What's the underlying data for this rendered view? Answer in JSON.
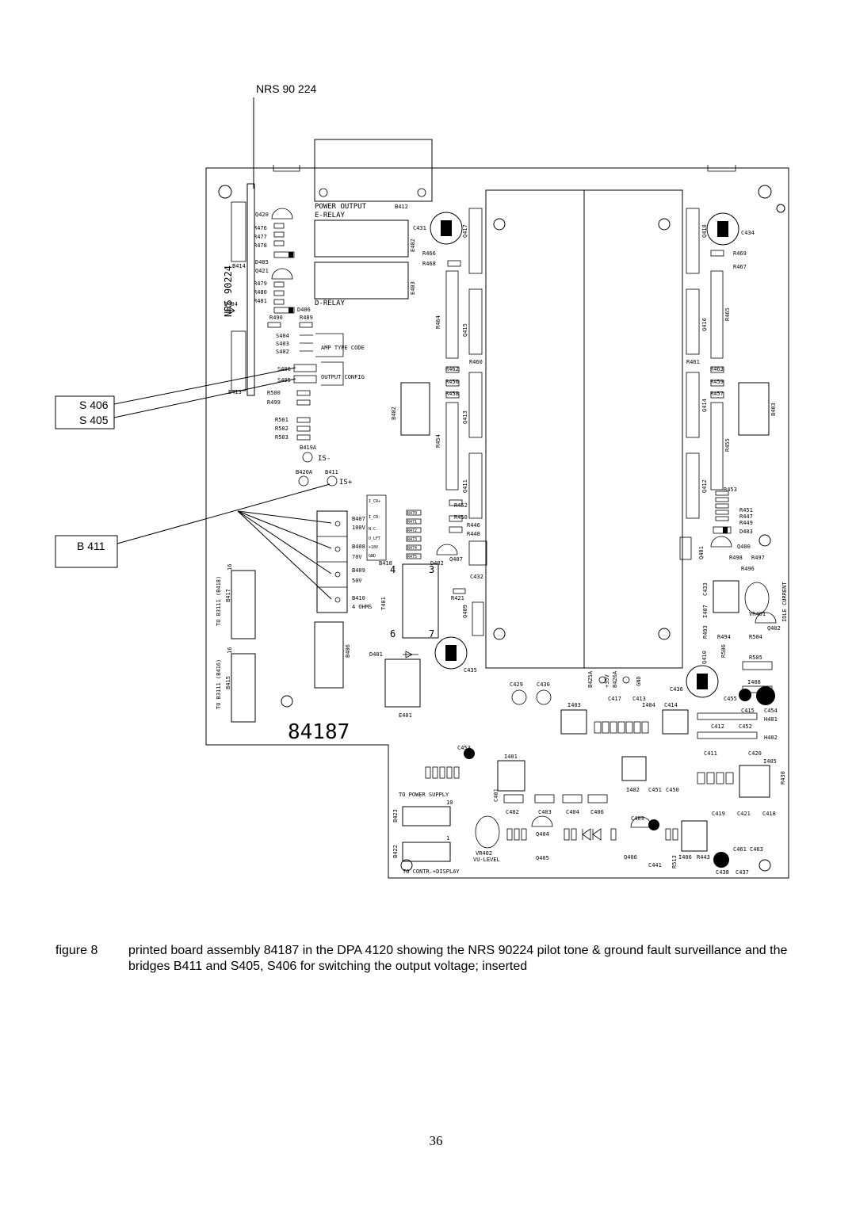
{
  "callouts": {
    "nrs": "NRS 90 224",
    "s406": "S 406",
    "s405": "S 405",
    "b411": "B 411"
  },
  "board": {
    "number": "84187",
    "nrs_vertical": "NRS 90224",
    "power_output": "POWER OUTPUT",
    "e_relay": "E-RELAY",
    "d_relay": "D-RELAY",
    "amp_type_code": "AMP TYPE CODE",
    "output_config": "OUTPUT CONFIG",
    "is_minus": "IS-",
    "is_plus": "IS+",
    "to_b3111_b418": "TO B3111 (B418)",
    "to_b3111_b416": "TO B3111 (B416)",
    "to_power_supply": "TO POWER SUPPLY",
    "to_contr_display": "TO CONTR.+DISPLAY",
    "vu_level": "VU-LEVEL",
    "idle_current": "IDLE CURRENT",
    "v100": "100V",
    "v70": "70V",
    "v50": "50V",
    "ohms4": "4 OHMS",
    "b407": "B407",
    "b408": "B408",
    "b409": "B409",
    "b410": "B410",
    "b418": "B418",
    "b412": "B412",
    "b414": "B414",
    "b413": "B413",
    "b417": "B417",
    "b415": "B415",
    "b406": "B406",
    "b402": "B402",
    "b403": "B403",
    "b419a": "B419A",
    "b420a": "B420A",
    "b411": "B411",
    "t401": "T401",
    "c431": "C431",
    "c434": "C434",
    "c435": "C435",
    "c436": "C436",
    "e402": "E402",
    "e403": "E403",
    "e401": "E401",
    "r464": "R464",
    "r465": "R465",
    "r454": "R454",
    "r455": "R455",
    "q415": "Q415",
    "q416": "Q416",
    "q413": "Q413",
    "q414": "Q414",
    "q411": "Q411",
    "q412": "Q412",
    "q417": "Q417",
    "q418": "Q418",
    "s404": "S404",
    "s403": "S403",
    "s402": "S402",
    "s406": "S406",
    "s405": "S405",
    "r490": "R490",
    "r489": "R489",
    "r500": "R500",
    "r499": "R499",
    "r501": "R501",
    "r502": "R502",
    "r503": "R503",
    "d404": "D404",
    "d405": "D405",
    "d406": "D406",
    "q420": "Q420",
    "q421": "Q421",
    "r476": "R476",
    "r477": "R477",
    "r478": "R478",
    "r479": "R479",
    "r480": "R480",
    "r481": "R481",
    "r466": "R466",
    "r468": "R468",
    "r469": "R469",
    "r467": "R467",
    "r460": "R460",
    "r461": "R461",
    "r462": "R462",
    "r463": "R463",
    "r456": "R456",
    "r458": "R458",
    "r459": "R459",
    "r457": "R457",
    "r453": "R453",
    "r451": "R451",
    "r447": "R447",
    "r449": "R449",
    "d403": "D403",
    "r452": "R452",
    "r450": "R450",
    "r446": "R446",
    "r448": "R448",
    "q407": "Q407",
    "d402": "D402",
    "c432": "C432",
    "r421": "R421",
    "q409": "Q409",
    "d401": "D401",
    "q400": "Q400",
    "q401": "Q401",
    "r498": "R498",
    "r497": "R497",
    "r496": "R496",
    "c433": "C433",
    "i407": "I407",
    "r493": "R493",
    "r494": "R494",
    "vr401": "VR401",
    "q402": "Q402",
    "r504": "R504",
    "r505": "R505",
    "r506": "R506",
    "q410": "Q410",
    "i408": "I408",
    "c429": "C429",
    "c430": "C430",
    "c417": "C417",
    "c413": "C413",
    "i403": "I403",
    "i404": "I404",
    "c414": "C414",
    "c415": "C415",
    "c454": "C454",
    "c455": "C455",
    "h401": "H401",
    "h402": "H402",
    "c412": "C412",
    "c452": "C452",
    "i401": "I401",
    "i402": "I402",
    "i405": "I405",
    "i406": "I406",
    "c451": "C451",
    "c450": "C450",
    "c453": "C453",
    "c438": "C438",
    "c437": "C437",
    "c441": "C441",
    "q404": "Q404",
    "q405": "Q405",
    "q406": "Q406",
    "vr402": "VR402",
    "b423": "B423",
    "b422": "B422",
    "c401": "C401",
    "c402": "C402",
    "c403": "C403",
    "c404": "C404",
    "c406": "C406",
    "c409": "C409",
    "c418": "C418",
    "c419": "C419",
    "c421": "C421",
    "c420": "C420",
    "c411": "C411",
    "c461": "C461",
    "c463": "C463",
    "r430": "R430",
    "r513": "R513",
    "r443": "R443",
    "plus35v": "+35V",
    "gnd": "GND",
    "b425a": "B425A",
    "b426a": "B426A",
    "i_cr_plus": "I_CR+",
    "i_cr_minus": "I_CR-",
    "nc": "N.C.",
    "u_lft": "U_LFT",
    "plus18v": "+18V",
    "gnd_small": "GND",
    "r470": "R470",
    "r471": "R471",
    "r472": "R472",
    "r473": "R473",
    "r474": "R474",
    "r475": "R475",
    "num3": "3",
    "num4": "4",
    "num6": "6",
    "num7": "7",
    "num1": "1",
    "num10": "10",
    "num16": "16"
  },
  "caption": {
    "label": "figure 8",
    "text": "printed board assembly 84187 in the DPA 4120 showing the NRS 90224 pilot tone & ground fault surveillance and the bridges B411 and S405, S406 for switching the output voltage; inserted"
  },
  "page_number": "36"
}
